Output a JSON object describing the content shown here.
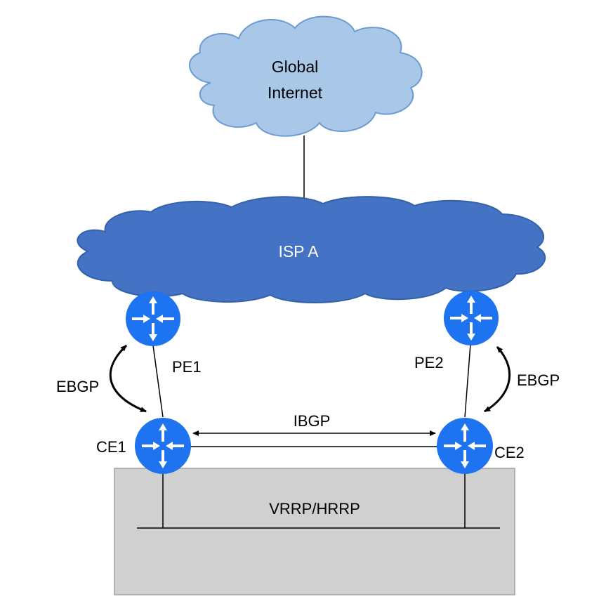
{
  "clouds": {
    "internet": {
      "line1": "Global",
      "line2": "Internet",
      "color": "#a9c8e8"
    },
    "isp": {
      "label": "ISP  A",
      "color": "#4472c4"
    }
  },
  "routers": {
    "pe1": {
      "label": "PE1"
    },
    "pe2": {
      "label": "PE2"
    },
    "ce1": {
      "label": "CE1"
    },
    "ce2": {
      "label": "CE2"
    },
    "color": "#1e73f0"
  },
  "links": {
    "ebgp_left": "EBGP",
    "ebgp_right": "EBGP",
    "ibgp": "IBGP"
  },
  "lan": {
    "label": "VRRP/HRRP",
    "color": "#d0d0d0"
  }
}
